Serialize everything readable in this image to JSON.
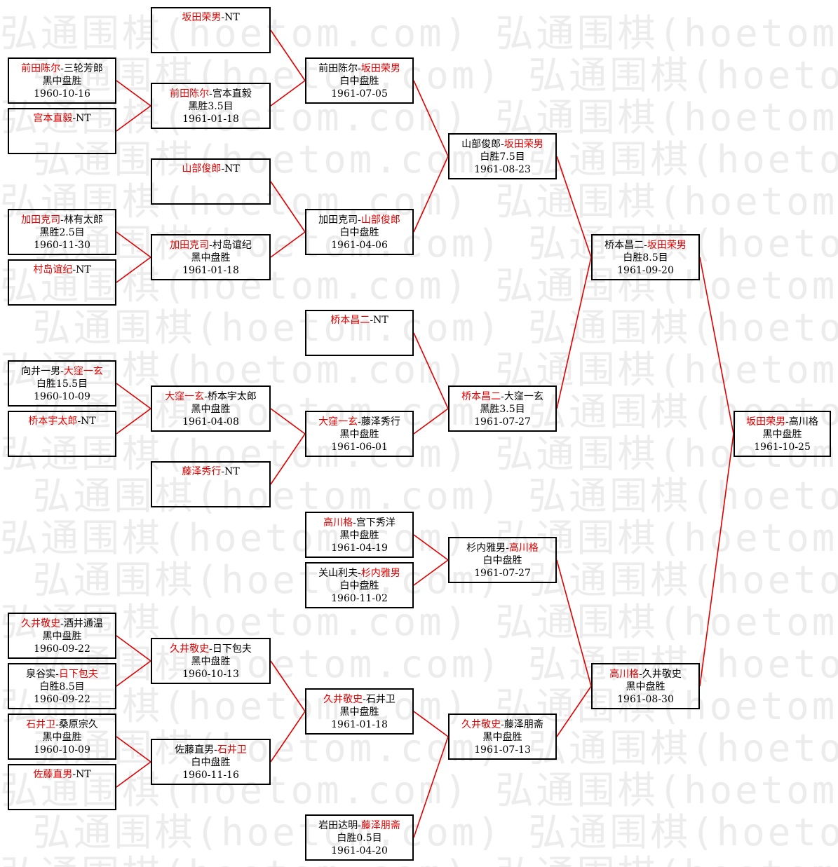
{
  "watermark": "弘通围棋(hoetom.com) 弘通围棋(hoetom.com) 弘通围棋(hoetom.com)",
  "colors": {
    "winner": "#e00000",
    "connector": "#e00000",
    "border": "#000000"
  },
  "matches": [
    {
      "id": "r1a",
      "p1": "前田陈尔",
      "p2": "三轮芳郎",
      "winner": 1,
      "result": "黑中盘胜",
      "date": "1960-10-16"
    },
    {
      "id": "r1b",
      "p1": "宫本直毅",
      "p2": "NT",
      "winner": 1,
      "result": "",
      "date": ""
    },
    {
      "id": "r1c",
      "p1": "加田克司",
      "p2": "林有太郎",
      "winner": 1,
      "result": "黑胜2.5目",
      "date": "1960-11-30"
    },
    {
      "id": "r1d",
      "p1": "村岛谊纪",
      "p2": "NT",
      "winner": 1,
      "result": "",
      "date": ""
    },
    {
      "id": "r1e",
      "p1": "向井一男",
      "p2": "大窪一玄",
      "winner": 2,
      "result": "白胜15.5目",
      "date": "1960-10-09"
    },
    {
      "id": "r1f",
      "p1": "桥本宇太郎",
      "p2": "NT",
      "winner": 1,
      "result": "",
      "date": ""
    },
    {
      "id": "r1g",
      "p1": "久井敬史",
      "p2": "酒井通温",
      "winner": 1,
      "result": "黑中盘胜",
      "date": "1960-09-22"
    },
    {
      "id": "r1h",
      "p1": "泉谷实",
      "p2": "日下包夫",
      "winner": 2,
      "result": "白胜8.5目",
      "date": "1960-09-22"
    },
    {
      "id": "r1i",
      "p1": "石井卫",
      "p2": "桑原宗久",
      "winner": 1,
      "result": "黑中盘胜",
      "date": "1960-10-09"
    },
    {
      "id": "r1j",
      "p1": "佐藤直男",
      "p2": "NT",
      "winner": 1,
      "result": "",
      "date": ""
    },
    {
      "id": "r2a",
      "p1": "坂田荣男",
      "p2": "NT",
      "winner": 1,
      "result": "",
      "date": ""
    },
    {
      "id": "r2b",
      "p1": "前田陈尔",
      "p2": "宫本直毅",
      "winner": 1,
      "result": "黑胜3.5目",
      "date": "1961-01-18"
    },
    {
      "id": "r2c",
      "p1": "山部俊郎",
      "p2": "NT",
      "winner": 1,
      "result": "",
      "date": ""
    },
    {
      "id": "r2d",
      "p1": "加田克司",
      "p2": "村岛谊纪",
      "winner": 1,
      "result": "黑中盘胜",
      "date": "1961-01-18"
    },
    {
      "id": "r2e",
      "p1": "大窪一玄",
      "p2": "桥本宇太郎",
      "winner": 1,
      "result": "黑中盘胜",
      "date": "1961-04-08"
    },
    {
      "id": "r2f",
      "p1": "藤泽秀行",
      "p2": "NT",
      "winner": 1,
      "result": "",
      "date": ""
    },
    {
      "id": "r2g",
      "p1": "久井敬史",
      "p2": "日下包夫",
      "winner": 1,
      "result": "黑中盘胜",
      "date": "1960-10-13"
    },
    {
      "id": "r2h",
      "p1": "佐藤直男",
      "p2": "石井卫",
      "winner": 2,
      "result": "白中盘胜",
      "date": "1960-11-16"
    },
    {
      "id": "r3a",
      "p1": "前田陈尔",
      "p2": "坂田荣男",
      "winner": 2,
      "result": "白中盘胜",
      "date": "1961-07-05"
    },
    {
      "id": "r3b",
      "p1": "加田克司",
      "p2": "山部俊郎",
      "winner": 2,
      "result": "白中盘胜",
      "date": "1961-04-06"
    },
    {
      "id": "r3c",
      "p1": "桥本昌二",
      "p2": "NT",
      "winner": 1,
      "result": "",
      "date": ""
    },
    {
      "id": "r3d",
      "p1": "大窪一玄",
      "p2": "藤泽秀行",
      "winner": 1,
      "result": "黑中盘胜",
      "date": "1961-06-01"
    },
    {
      "id": "r3e",
      "p1": "高川格",
      "p2": "宫下秀洋",
      "winner": 1,
      "result": "黑中盘胜",
      "date": "1961-04-19"
    },
    {
      "id": "r3f",
      "p1": "关山利夫",
      "p2": "杉内雅男",
      "winner": 2,
      "result": "白中盘胜",
      "date": "1960-11-02"
    },
    {
      "id": "r3g",
      "p1": "久井敬史",
      "p2": "石井卫",
      "winner": 1,
      "result": "黑中盘胜",
      "date": "1961-01-18"
    },
    {
      "id": "r3h",
      "p1": "岩田达明",
      "p2": "藤泽朋斋",
      "winner": 2,
      "result": "白胜0.5目",
      "date": "1961-04-20"
    },
    {
      "id": "r4a",
      "p1": "山部俊郎",
      "p2": "坂田荣男",
      "winner": 2,
      "result": "白胜7.5目",
      "date": "1961-08-23"
    },
    {
      "id": "r4b",
      "p1": "桥本昌二",
      "p2": "大窪一玄",
      "winner": 1,
      "result": "黑胜3.5目",
      "date": "1961-07-27"
    },
    {
      "id": "r4c",
      "p1": "杉内雅男",
      "p2": "高川格",
      "winner": 2,
      "result": "白中盘胜",
      "date": "1961-07-27"
    },
    {
      "id": "r4d",
      "p1": "久井敬史",
      "p2": "藤泽朋斋",
      "winner": 1,
      "result": "黑中盘胜",
      "date": "1961-07-13"
    },
    {
      "id": "r5a",
      "p1": "桥本昌二",
      "p2": "坂田荣男",
      "winner": 2,
      "result": "白胜8.5目",
      "date": "1961-09-20"
    },
    {
      "id": "r5b",
      "p1": "高川格",
      "p2": "久井敬史",
      "winner": 1,
      "result": "黑中盘胜",
      "date": "1961-08-30"
    },
    {
      "id": "final",
      "p1": "坂田荣男",
      "p2": "高川格",
      "winner": 1,
      "result": "黑中盘胜",
      "date": "1961-10-25"
    }
  ]
}
